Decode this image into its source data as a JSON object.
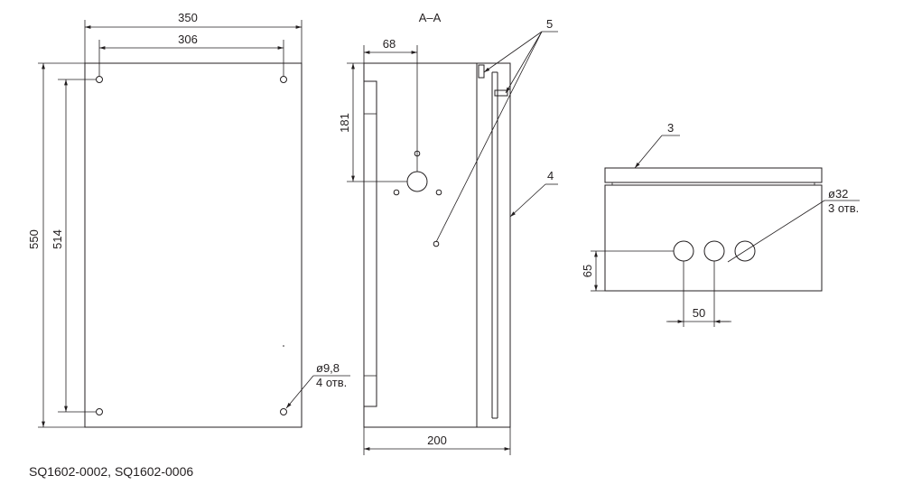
{
  "front": {
    "width_label": "350",
    "hole_spacing_label": "306",
    "height_label": "550",
    "hole_vspacing_label": "514",
    "hole_dia_label": "ø9,8",
    "hole_count_label": "4 отв."
  },
  "section": {
    "title": "A–A",
    "offset_label": "68",
    "height_offset_label": "181",
    "depth_label": "200",
    "callout_5": "5",
    "callout_4": "4"
  },
  "bottom": {
    "callout_3": "3",
    "hole_dia_label": "ø32",
    "hole_count_label": "3 отв.",
    "height_label": "65",
    "spacing_label": "50"
  },
  "caption": "SQ1602-0002, SQ1602-0006",
  "colors": {
    "line": "#231f20",
    "background": "#ffffff"
  }
}
